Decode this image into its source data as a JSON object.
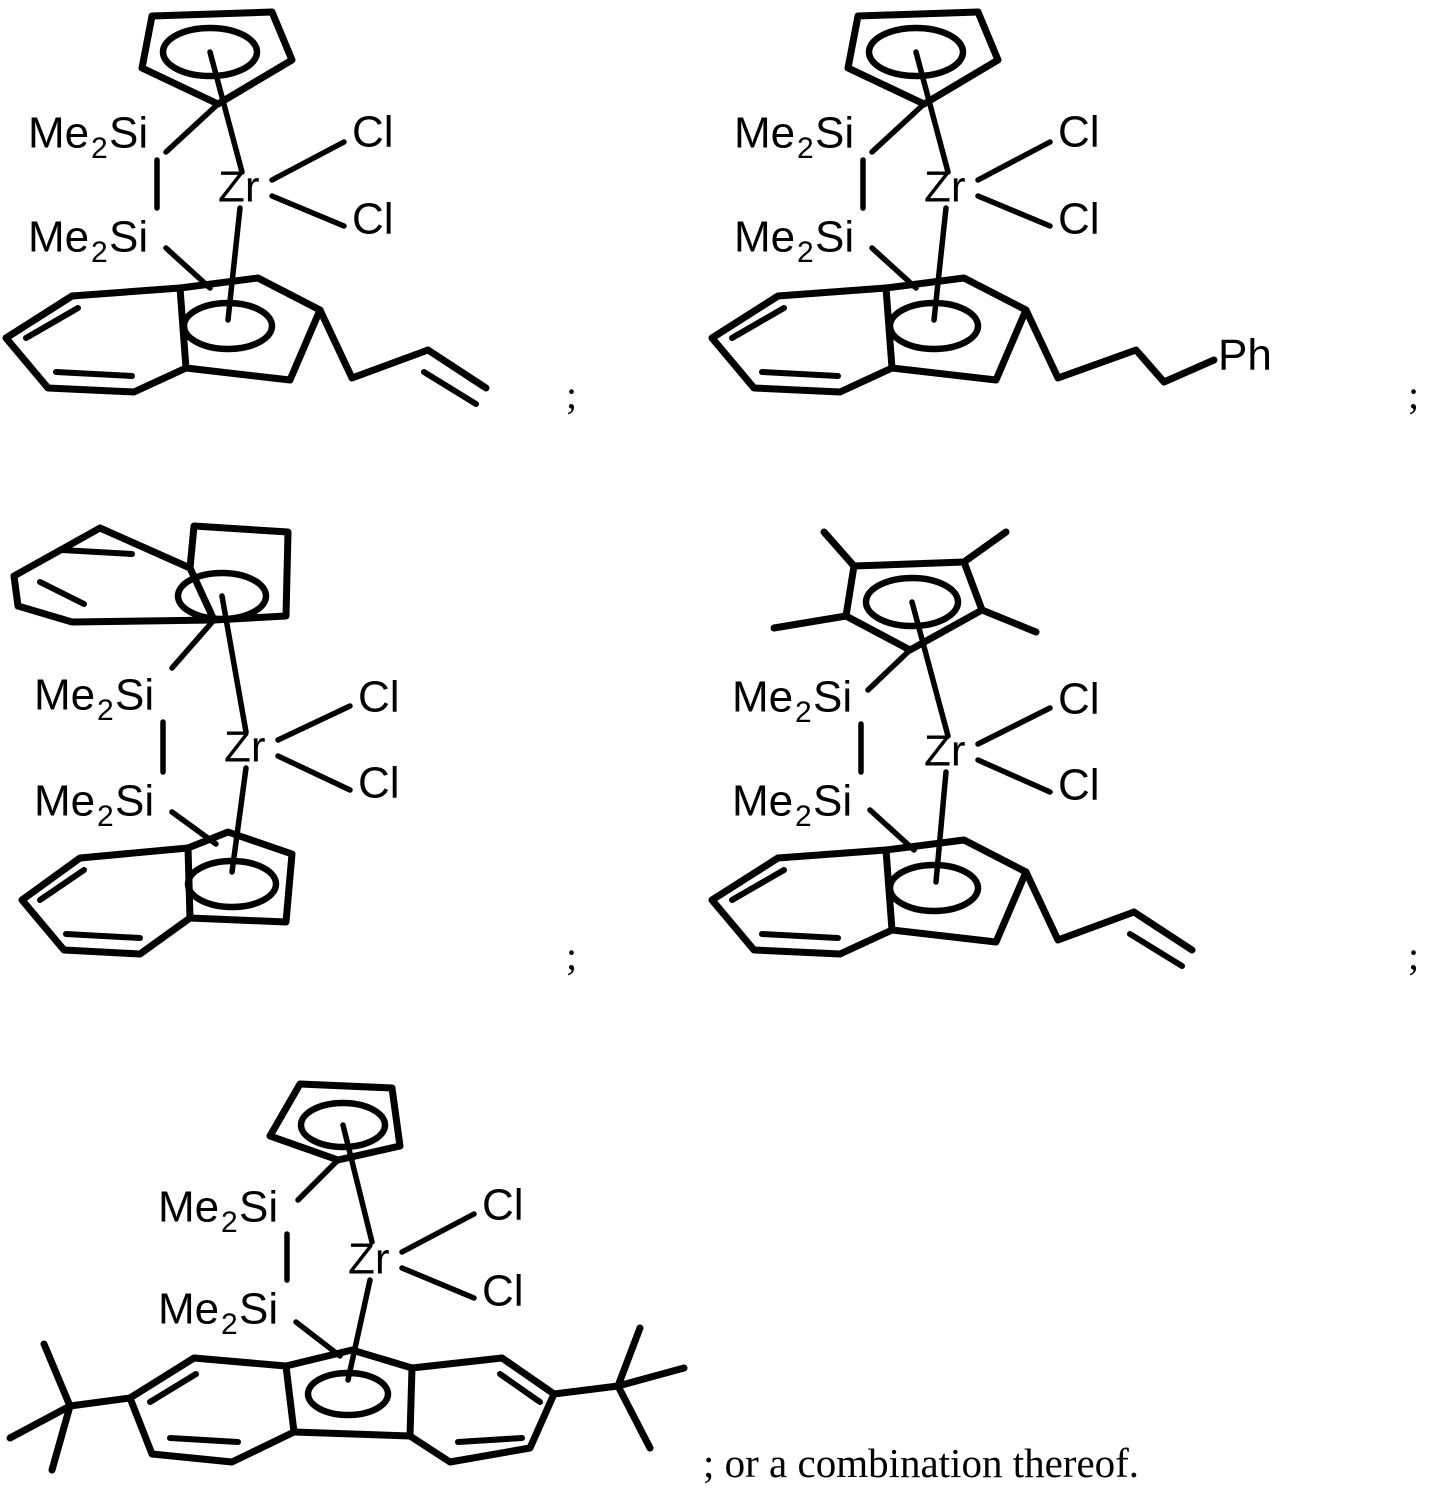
{
  "document": {
    "type": "patent-chemical-structure-figure",
    "closing_text": "; or a combination thereof.",
    "separator": ";"
  },
  "labels": {
    "me2si": "Me",
    "me2si_sub": "2",
    "me2si_tail": "Si",
    "zr": "Zr",
    "cl": "Cl",
    "ph": "Ph"
  },
  "structures": [
    {
      "id": "structure-1",
      "position": "top-left",
      "metal": "Zr",
      "halides": [
        "Cl",
        "Cl"
      ],
      "bridges": [
        "Me2Si",
        "Me2Si"
      ],
      "ligand_top": "cyclopentadienyl",
      "ligand_bottom": "indenyl",
      "substituent": "allyl",
      "separator": ";"
    },
    {
      "id": "structure-2",
      "position": "top-right",
      "metal": "Zr",
      "halides": [
        "Cl",
        "Cl"
      ],
      "bridges": [
        "Me2Si",
        "Me2Si"
      ],
      "ligand_top": "cyclopentadienyl",
      "ligand_bottom": "indenyl",
      "substituent": "3-phenylpropyl",
      "substituent_label": "Ph",
      "separator": ";"
    },
    {
      "id": "structure-3",
      "position": "middle-left",
      "metal": "Zr",
      "halides": [
        "Cl",
        "Cl"
      ],
      "bridges": [
        "Me2Si",
        "Me2Si"
      ],
      "ligand_top": "indenyl",
      "ligand_bottom": "indenyl",
      "substituent": "none",
      "separator": ";"
    },
    {
      "id": "structure-4",
      "position": "middle-right",
      "metal": "Zr",
      "halides": [
        "Cl",
        "Cl"
      ],
      "bridges": [
        "Me2Si",
        "Me2Si"
      ],
      "ligand_top": "tetramethylcyclopentadienyl",
      "ligand_bottom": "indenyl",
      "substituent": "allyl",
      "separator": ";"
    },
    {
      "id": "structure-5",
      "position": "bottom-left",
      "metal": "Zr",
      "halides": [
        "Cl",
        "Cl"
      ],
      "bridges": [
        "Me2Si",
        "Me2Si"
      ],
      "ligand_top": "cyclopentadienyl",
      "ligand_bottom": "di-tert-butylfluorenyl",
      "substituent": "two tert-butyl groups",
      "separator": ";"
    }
  ]
}
